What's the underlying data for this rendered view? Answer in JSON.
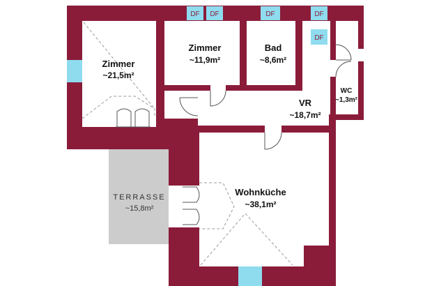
{
  "rooms": {
    "zimmer1": {
      "name": "Zimmer",
      "area": "~21,5m²"
    },
    "zimmer2": {
      "name": "Zimmer",
      "area": "~11,9m²"
    },
    "bad": {
      "name": "Bad",
      "area": "~8,6m²"
    },
    "vr": {
      "name": "VR",
      "area": "~18,7m²"
    },
    "wc": {
      "name": "WC",
      "area": "~1,3m²"
    },
    "wohnkueche": {
      "name": "Wohnküche",
      "area": "~38,1m²"
    },
    "terrasse": {
      "name": "TERRASSE",
      "area": "~15,8m²"
    }
  },
  "skylights": [
    "DF",
    "DF",
    "DF",
    "DF",
    "DF"
  ],
  "colors": {
    "wall": "#8a1c3a",
    "window": "#8fdcef",
    "terrace": "#cccccc",
    "door_line": "#555555",
    "dashed": "#9a9a9a"
  }
}
